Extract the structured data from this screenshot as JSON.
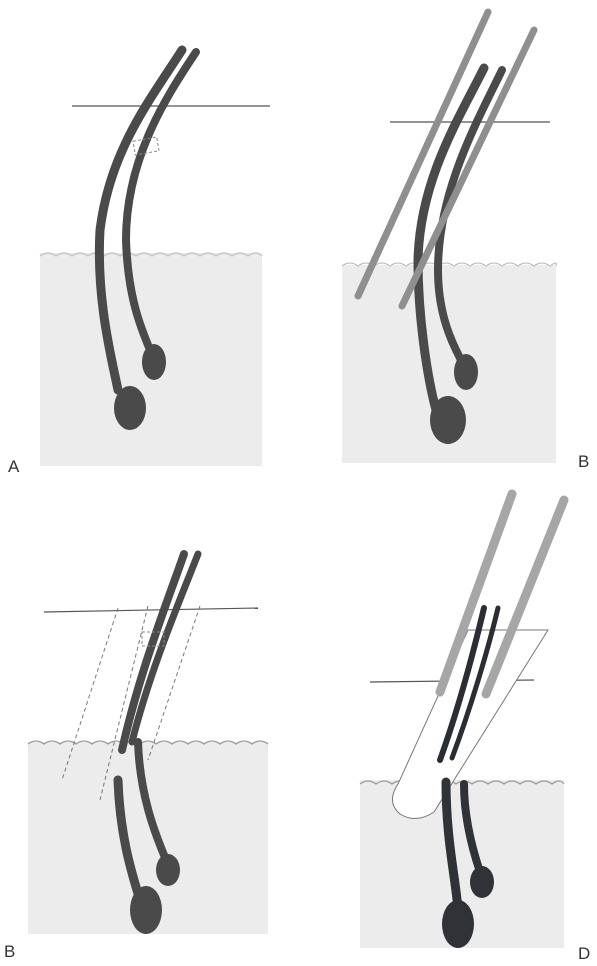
{
  "panels": [
    {
      "label": "A"
    },
    {
      "label": "B"
    },
    {
      "label": "B"
    },
    {
      "label": "D"
    }
  ],
  "colors": {
    "hair": "#4a4a4a",
    "hair_dark": "#2a2d33",
    "skin": "#e9e9e9",
    "skin_edge": "#b8b8b8",
    "line": "#555555",
    "forceps": "#9a9a9a",
    "forceps_light": "#c8c8c8",
    "sheath": "#ffffff"
  }
}
